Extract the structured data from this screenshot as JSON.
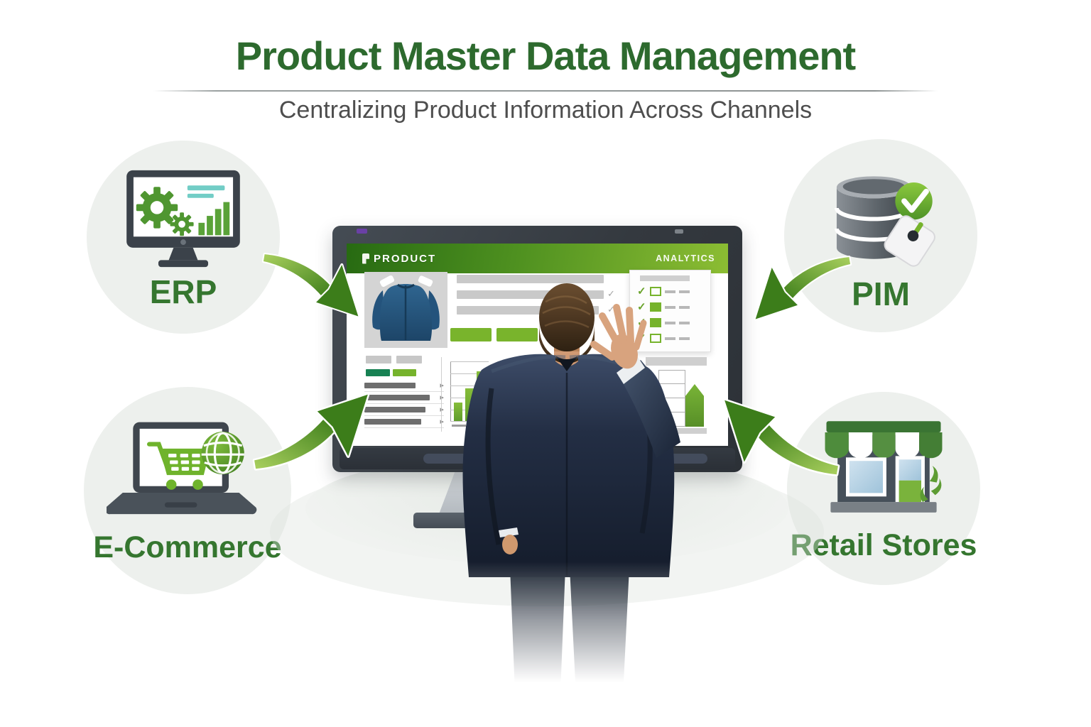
{
  "header": {
    "title": "Product Master Data Management",
    "subtitle": "Centralizing Product Information Across Channels"
  },
  "monitor": {
    "nav_product": "PRODUCT",
    "nav_analytics": "ANALYTICS"
  },
  "channels": {
    "erp": {
      "label": "ERP",
      "icon": "desktop-monitor-gears-chart"
    },
    "pim": {
      "label": "PIM",
      "icon": "database-check-tag"
    },
    "ecommerce": {
      "label": "E-Commerce",
      "icon": "laptop-cart-globe"
    },
    "retail": {
      "label": "Retail Stores",
      "icon": "storefront-awning"
    }
  },
  "colors": {
    "title_green": "#2d6a2e",
    "label_green": "#35762f",
    "accent_green": "#76b32c",
    "arrow_green_light": "#a6cd5f",
    "arrow_green_dark": "#3c7d1a",
    "screen_header_start": "#276a12",
    "screen_header_end": "#8cbd33",
    "bezel_dark": "#3a4047",
    "subtitle_gray": "#4e4e4e"
  }
}
